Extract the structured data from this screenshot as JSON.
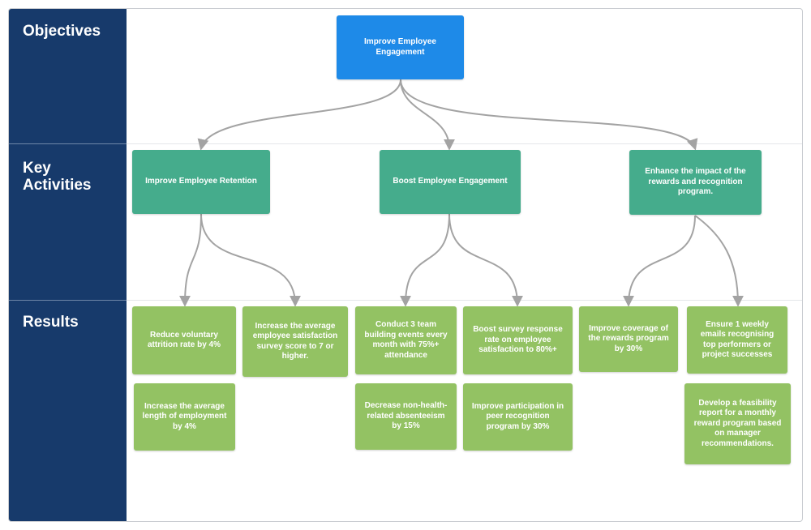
{
  "colors": {
    "sidebar": "#173a6b",
    "objective": "#1e8ae8",
    "activity": "#45ac8c",
    "result": "#93c263",
    "connector": "#a3a3a3"
  },
  "sections": {
    "objectives": "Objectives",
    "key_activities_line1": "Key",
    "key_activities_line2": "Activities",
    "results": "Results"
  },
  "objective": {
    "label": "Improve Employee Engagement"
  },
  "activities": [
    {
      "label": "Improve Employee Retention"
    },
    {
      "label": "Boost Employee Engagement"
    },
    {
      "label": "Enhance the impact of the rewards and recognition program."
    }
  ],
  "results": [
    {
      "label": "Reduce voluntary attrition rate by 4%"
    },
    {
      "label": "Increase the average employee satisfaction survey score to 7 or higher."
    },
    {
      "label": "Increase the average length of employment by 4%"
    },
    {
      "label": "Conduct 3 team building events every month with 75%+ attendance"
    },
    {
      "label": "Boost survey response rate on employee satisfaction to 80%+"
    },
    {
      "label": "Decrease non-health-related absenteeism by 15%"
    },
    {
      "label": "Improve participation in peer recognition program by 30%"
    },
    {
      "label": "Improve coverage of the rewards program by 30%"
    },
    {
      "label": "Ensure 1 weekly emails recognising top performers or project successes"
    },
    {
      "label": "Develop a feasibility report for a monthly reward program based on manager recommendations."
    }
  ]
}
